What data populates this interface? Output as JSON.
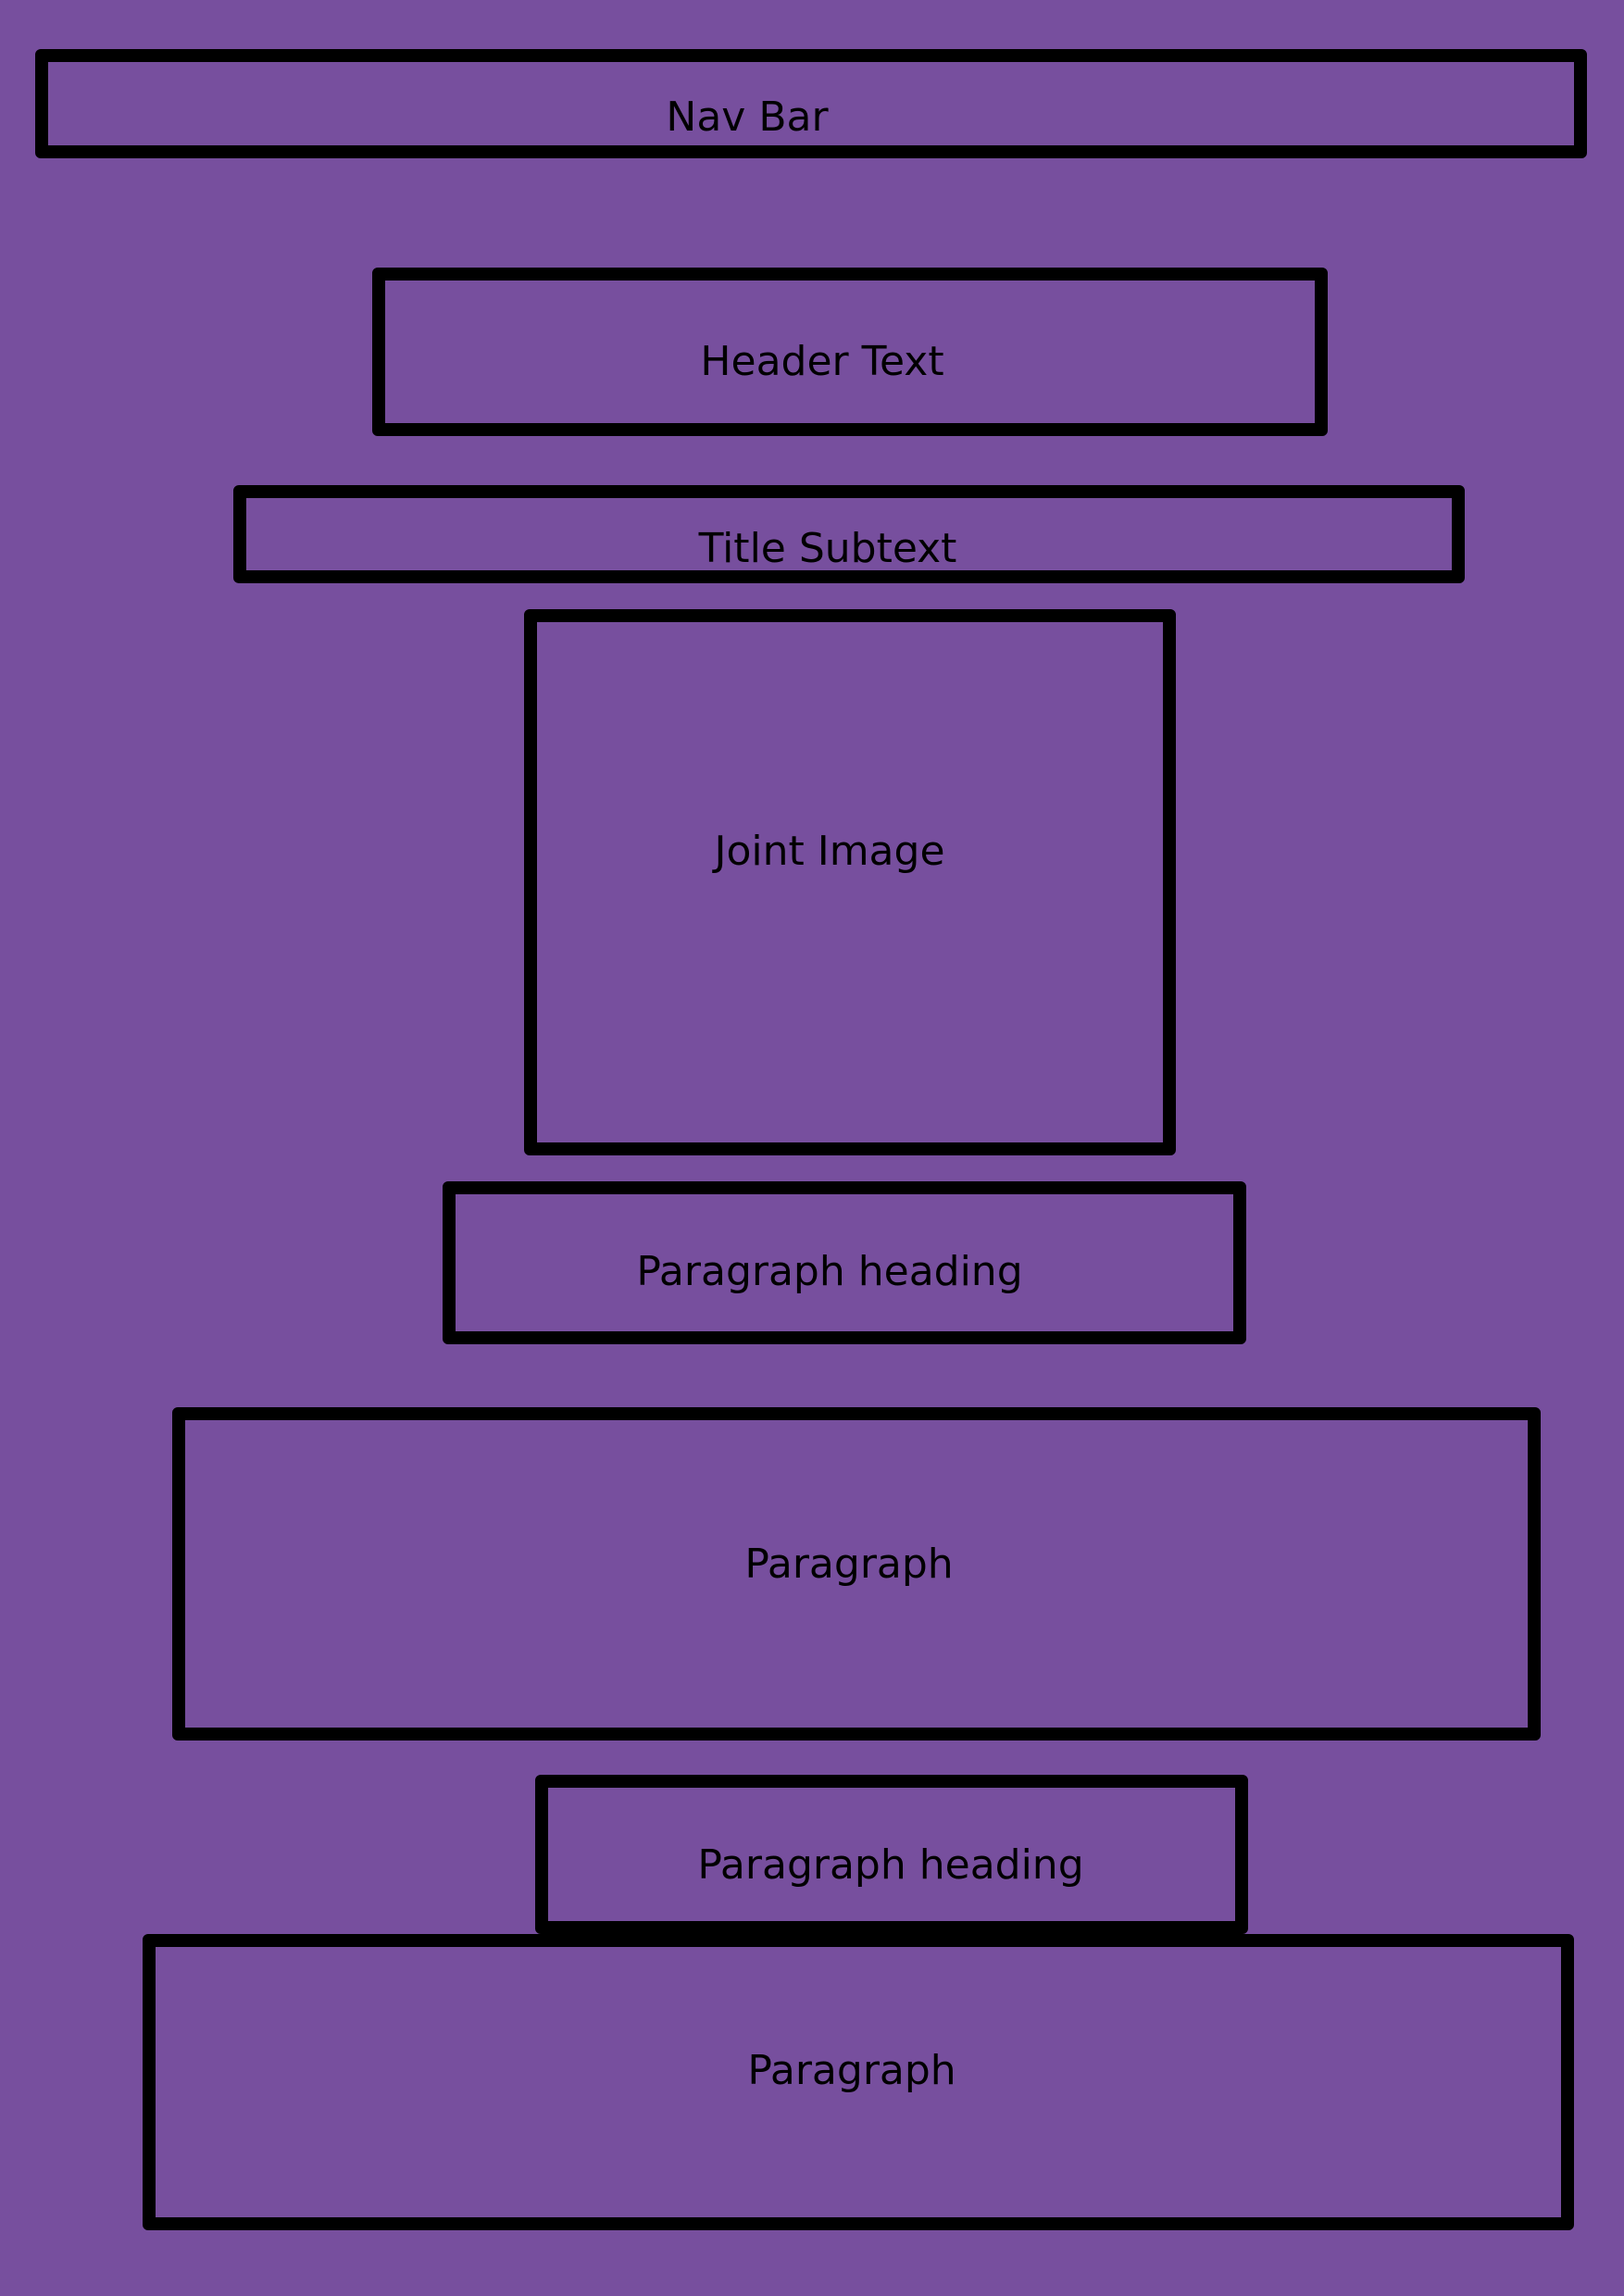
{
  "wireframe": {
    "background_color": "#774f9e",
    "border_color": "#000000",
    "nav_bar": {
      "label": "Nav Bar"
    },
    "header_text": {
      "label": "Header Text"
    },
    "title_subtext": {
      "label": "Title Subtext"
    },
    "joint_image": {
      "label": "Joint Image"
    },
    "paragraph_heading_1": {
      "label": "Paragraph heading"
    },
    "paragraph_1": {
      "label": "Paragraph"
    },
    "paragraph_heading_2": {
      "label": "Paragraph heading"
    },
    "paragraph_2": {
      "label": "Paragraph"
    }
  }
}
